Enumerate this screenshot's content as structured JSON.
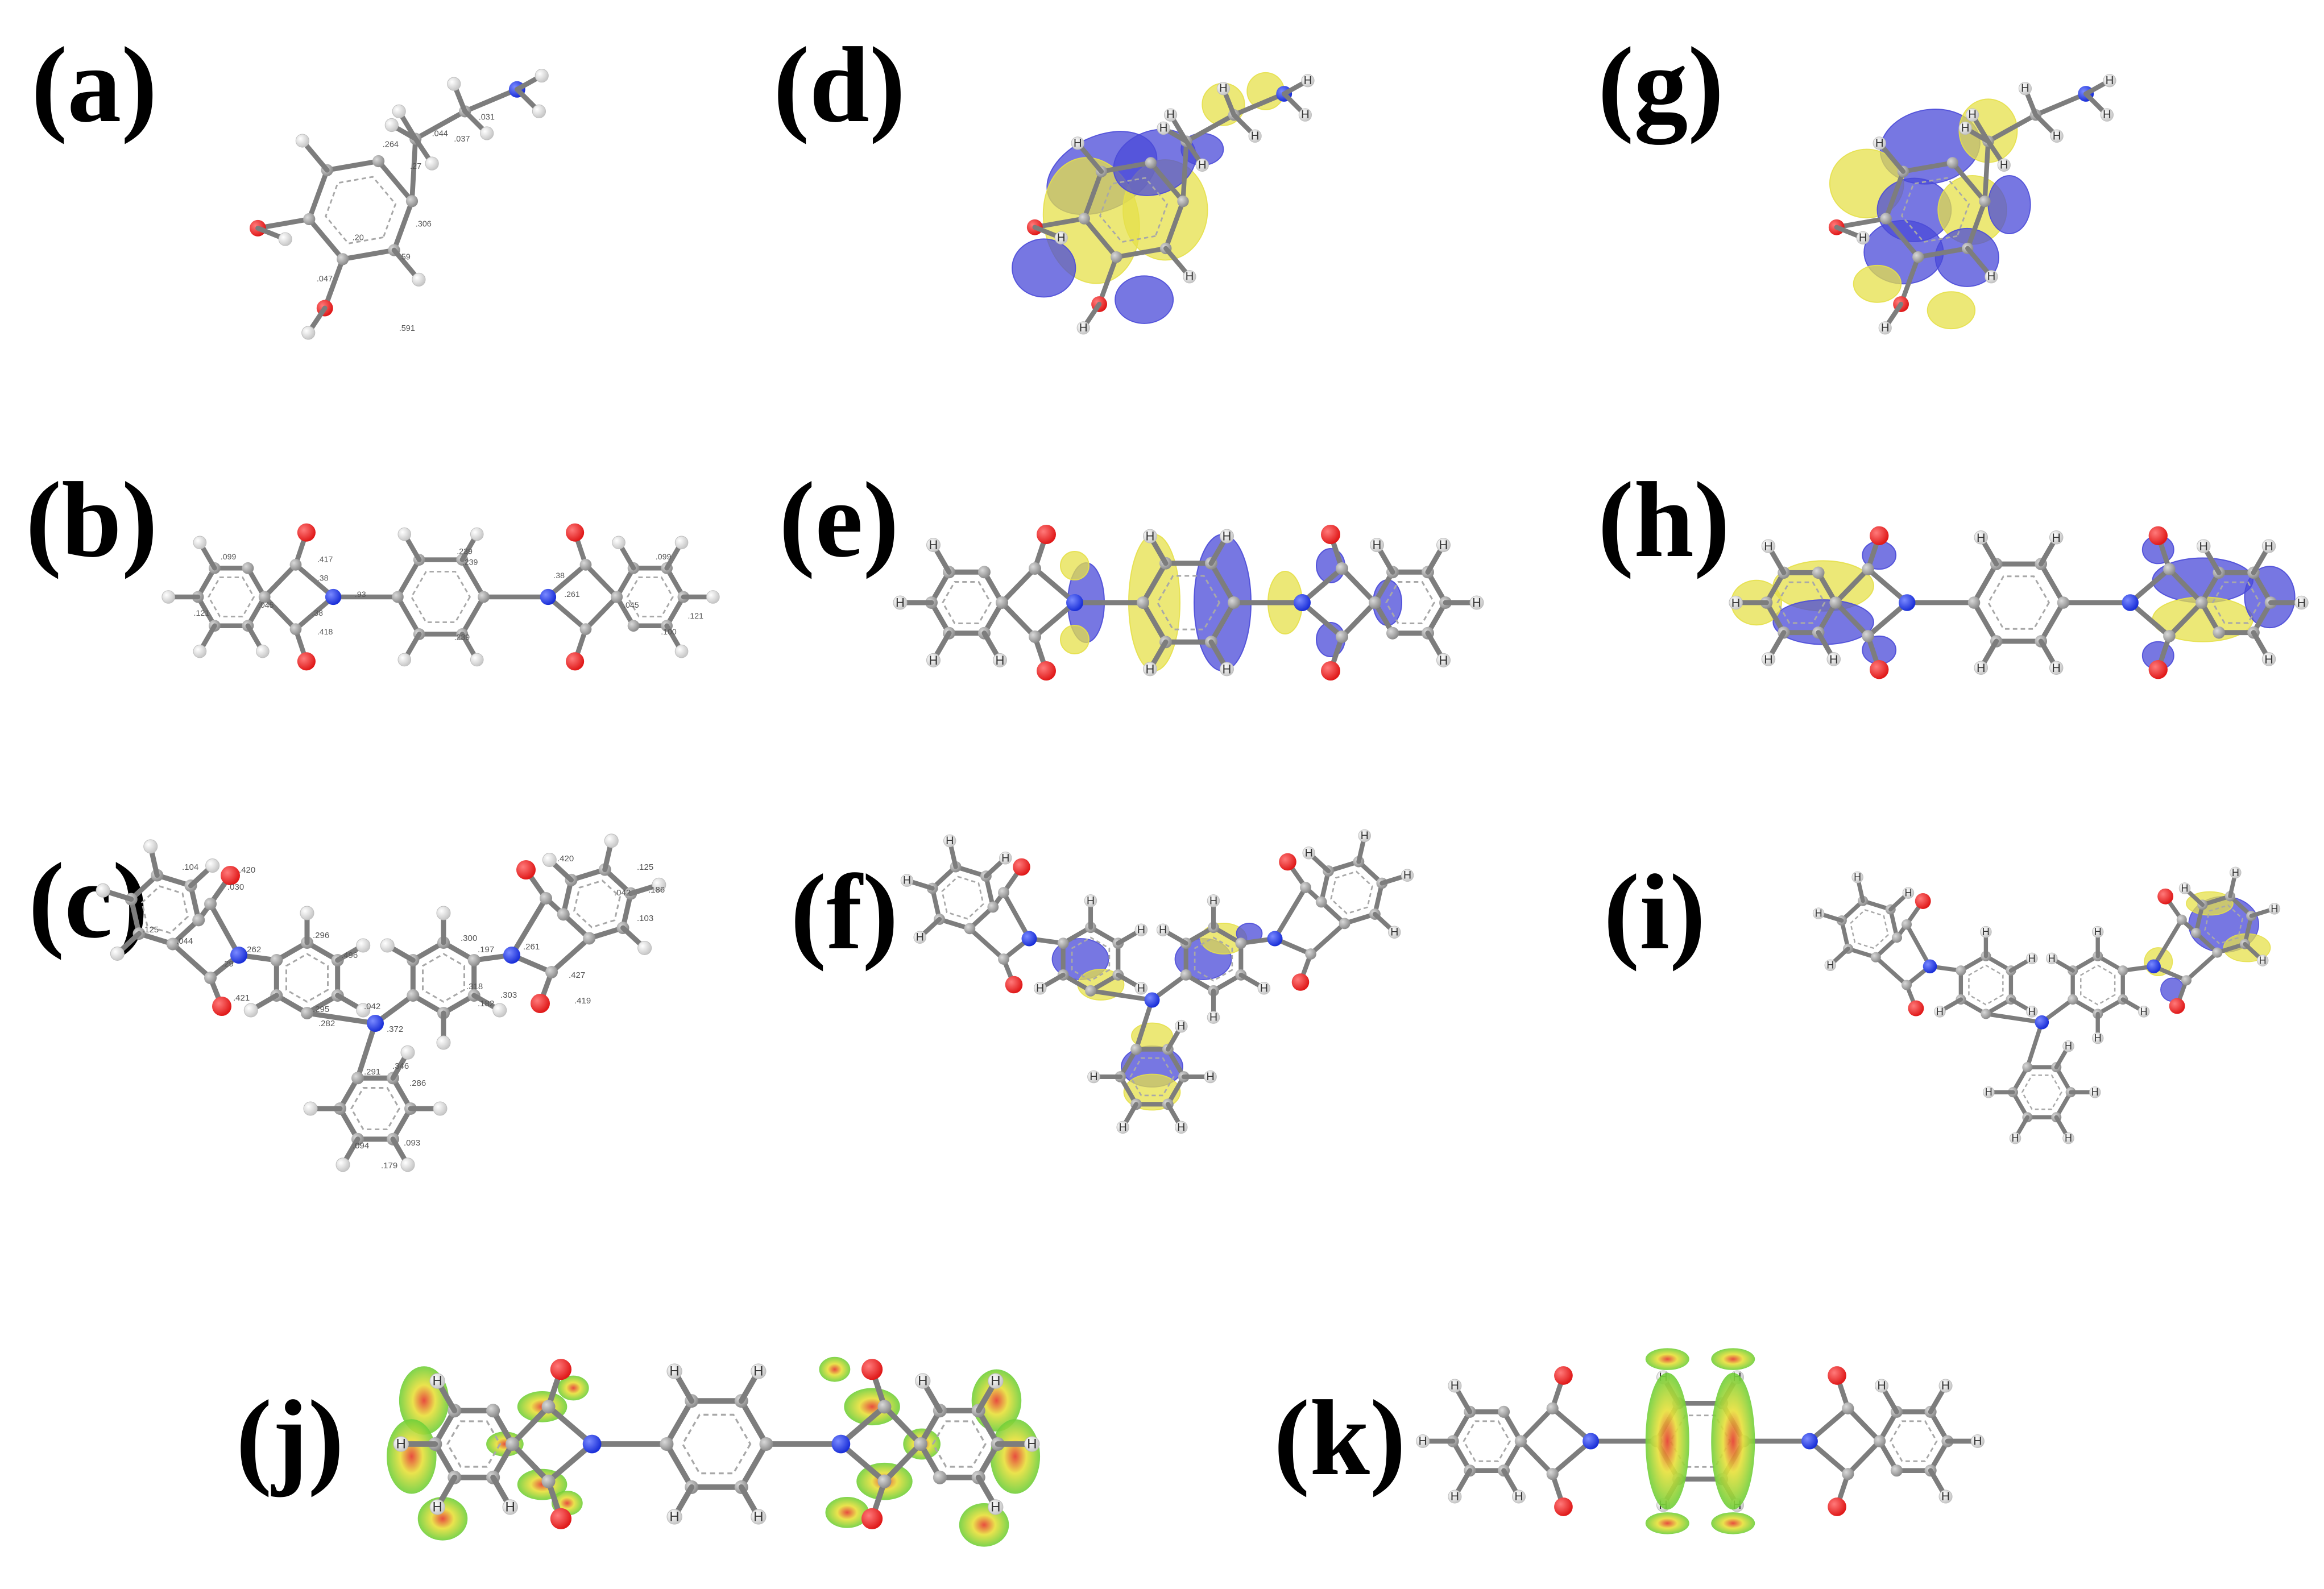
{
  "panels": [
    {
      "id": "a",
      "label": "(a)",
      "kind": "structure"
    },
    {
      "id": "b",
      "label": "(b)",
      "kind": "structure"
    },
    {
      "id": "c",
      "label": "(c)",
      "kind": "structure"
    },
    {
      "id": "d",
      "label": "(d)",
      "kind": "orbital"
    },
    {
      "id": "e",
      "label": "(e)",
      "kind": "orbital"
    },
    {
      "id": "f",
      "label": "(f)",
      "kind": "orbital"
    },
    {
      "id": "g",
      "label": "(g)",
      "kind": "orbital"
    },
    {
      "id": "h",
      "label": "(h)",
      "kind": "orbital"
    },
    {
      "id": "i",
      "label": "(i)",
      "kind": "orbital"
    },
    {
      "id": "j",
      "label": "(j)",
      "kind": "fukui"
    },
    {
      "id": "k",
      "label": "(k)",
      "kind": "fukui"
    }
  ],
  "atom_letter": "H",
  "atom_numbers": {
    "a": [
      ".264",
      ".27",
      ".044",
      ".037",
      ".031",
      ".306",
      ".59",
      ".20",
      ".047",
      ".591"
    ],
    "b": [
      ".099",
      ".417",
      ".38",
      ".121",
      ".045",
      ".38",
      ".418",
      ".93",
      ".239",
      ".239",
      ".239",
      ".38",
      ".261",
      ".099",
      ".045",
      ".121",
      ".100"
    ],
    "c": [
      ".104",
      ".420",
      ".030",
      ".125",
      ".044",
      ".262",
      ".29",
      ".421",
      ".296",
      ".496",
      ".295",
      ".042",
      ".372",
      ".282",
      ".346",
      ".291",
      ".286",
      ".094",
      ".093",
      ".179",
      ".420",
      ".125",
      ".042",
      ".300",
      ".197",
      ".261",
      ".427",
      ".186",
      ".103",
      ".303",
      ".182",
      ".318",
      ".419"
    ]
  },
  "colors": {
    "carbon": "#8c8c8c",
    "hydrogen": "#f2f2f2",
    "oxygen": "#e01a1a",
    "nitrogen": "#1a2fd8",
    "orbital_positive": "#4a4ad8",
    "orbital_negative": "#e6e04a",
    "fukui_outer": "#6fcf3a",
    "fukui_mid": "#e8e03a",
    "fukui_inner": "#e53a2a"
  }
}
